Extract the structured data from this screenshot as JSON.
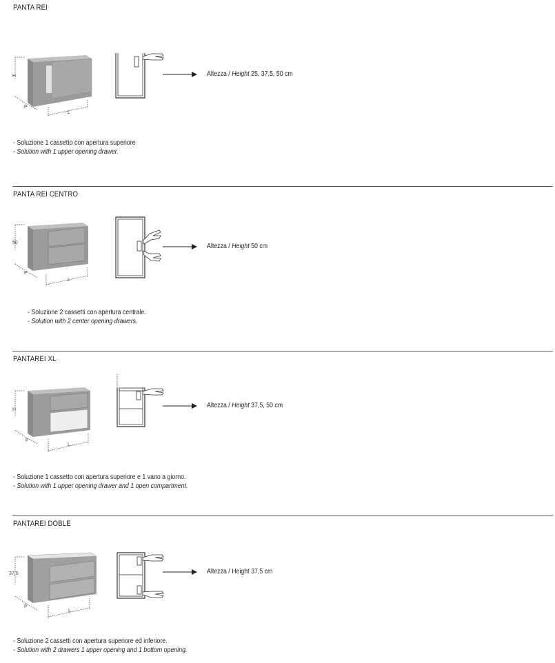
{
  "sections": [
    {
      "title": "PANTA REI",
      "height_prefix": "Altezza /",
      "height_italic": "Height",
      "height_values": "25, 37,5, 50 cm",
      "desc_it": "- Soluzione 1 cassetto con apertura superiore",
      "desc_en": "- Solution with 1 upper opening drawer.",
      "dims": {
        "h": "H",
        "p": "P",
        "l": "L"
      }
    },
    {
      "title": "PANTA REI CENTRO",
      "height_prefix": "Altezza /",
      "height_italic": "Height",
      "height_values": "50 cm",
      "desc_it": "- Soluzione 2 cassetti con apertura centrale.",
      "desc_en": "- Solution with 2 center opening drawers.",
      "dims": {
        "h": "50",
        "p": "P",
        "l": "L"
      }
    },
    {
      "title": "PANTAREI XL",
      "height_prefix": "Altezza /",
      "height_italic": "Height",
      "height_values": "37,5, 50 cm",
      "desc_it": "- Soluzione 1 cassetto con apertura superiore e 1 vano a giorno.",
      "desc_en": "- Solution with 1 upper opening drawer and 1 open compartment.",
      "dims": {
        "h": "H",
        "p": "P",
        "l": "L"
      }
    },
    {
      "title": "PANTAREI DOBLE",
      "height_full": "Altezza / Height 37,5 cm",
      "desc_it": "- Soluzione 2 cassetti con apertura superiore ed inferiore.",
      "desc_en": "- Solution with 2 drawers 1 upper opening and 1 bottom opening.",
      "dims": {
        "h": "37,5",
        "p": "P",
        "l": "L"
      }
    }
  ],
  "colors": {
    "cabinet_front": "#9a9a9a",
    "cabinet_side": "#7d7d7d",
    "cabinet_top": "#b8b8b8",
    "line": "#333333"
  }
}
